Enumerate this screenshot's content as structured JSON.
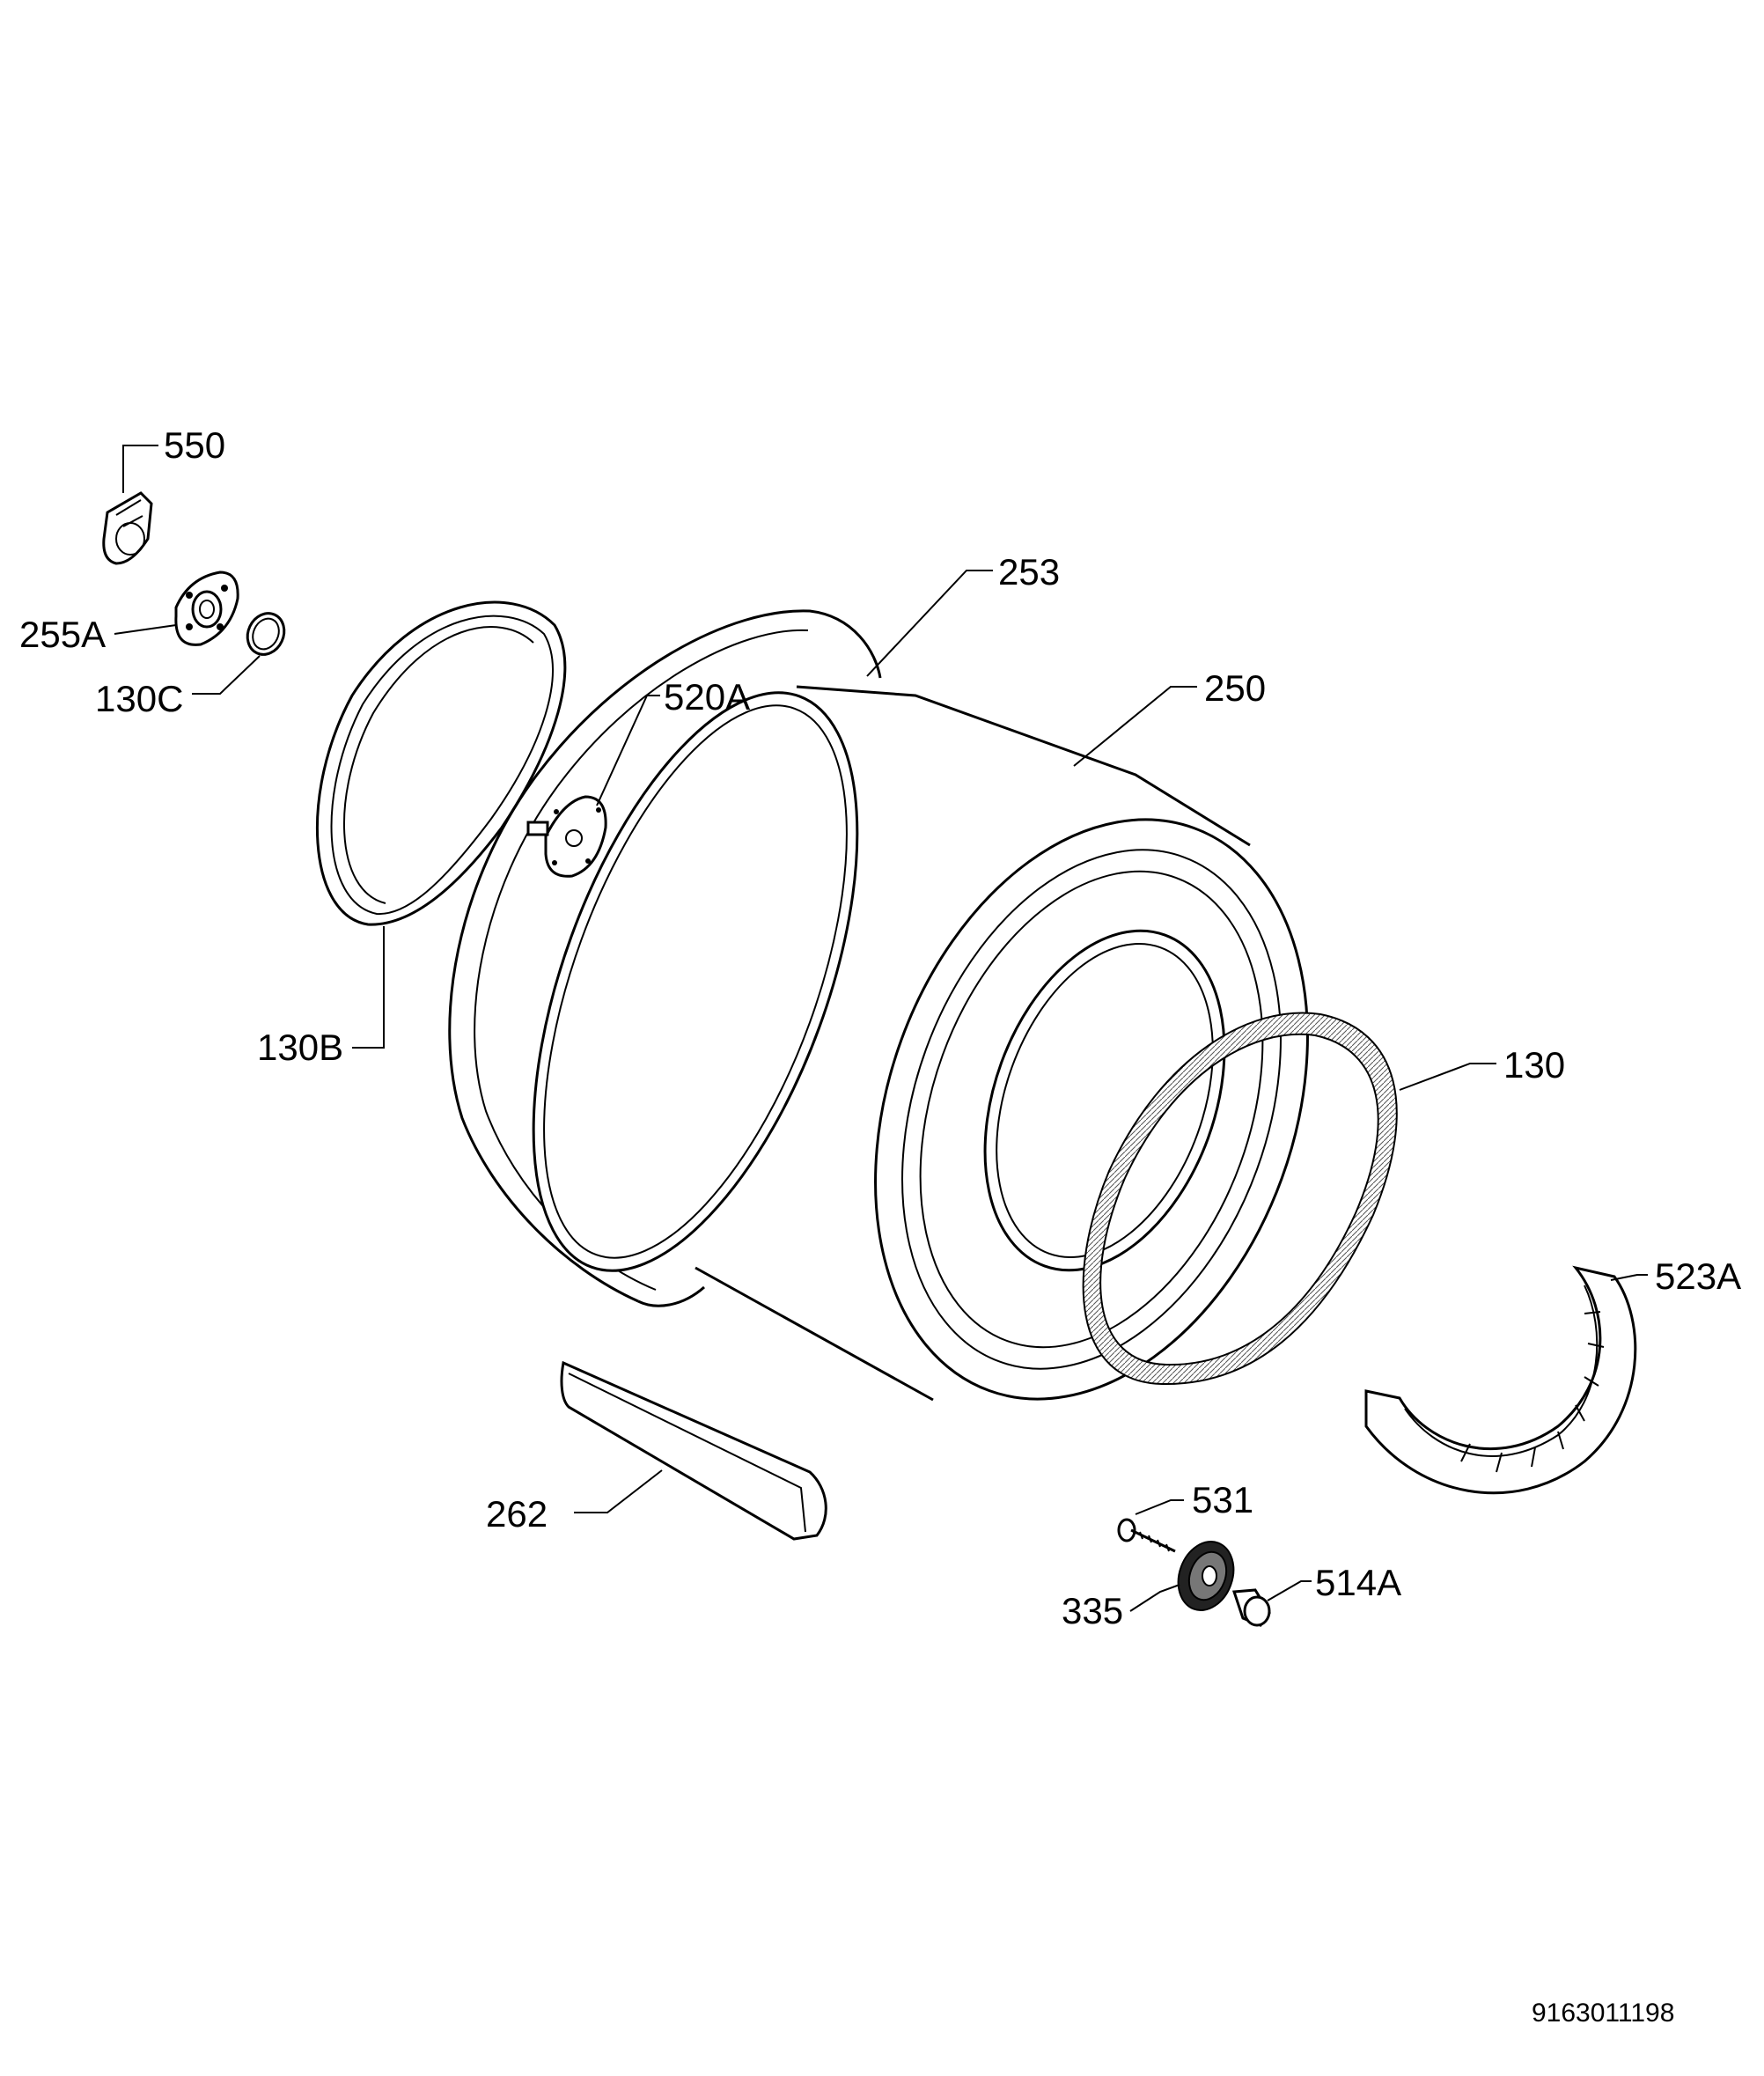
{
  "parts": [
    {
      "id": "550",
      "label": "550"
    },
    {
      "id": "255A",
      "label": "255A"
    },
    {
      "id": "130C",
      "label": "130C"
    },
    {
      "id": "253",
      "label": "253"
    },
    {
      "id": "520A",
      "label": "520A"
    },
    {
      "id": "250",
      "label": "250"
    },
    {
      "id": "130B",
      "label": "130B"
    },
    {
      "id": "130",
      "label": "130"
    },
    {
      "id": "523A",
      "label": "523A"
    },
    {
      "id": "262",
      "label": "262"
    },
    {
      "id": "531",
      "label": "531"
    },
    {
      "id": "335",
      "label": "335"
    },
    {
      "id": "514A",
      "label": "514A"
    }
  ],
  "document_number": "9163011198"
}
